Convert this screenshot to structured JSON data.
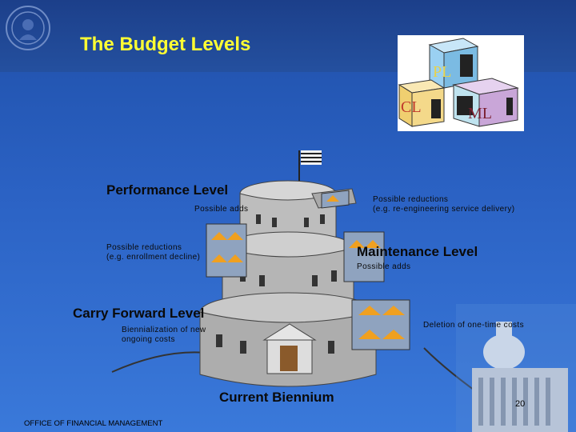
{
  "slide": {
    "title": "The Budget Levels",
    "blocks": {
      "pl": "PL",
      "cl": "CL",
      "ml": "ML"
    },
    "labels": {
      "performance_level": "Performance Level",
      "possible_adds_top": "Possible adds",
      "possible_reductions_right_1": "Possible reductions",
      "possible_reductions_right_2": "(e.g. re-engineering service delivery)",
      "possible_reductions_left_1": "Possible reductions",
      "possible_reductions_left_2": "(e.g. enrollment decline)",
      "maintenance_level": "Maintenance Level",
      "possible_adds_right": "Possible adds",
      "carry_forward_level": "Carry Forward Level",
      "biennialization_1": "Biennialization of new",
      "biennialization_2": "ongoing costs",
      "deletion": "Deletion of one-time costs",
      "current_biennium": "Current Biennium"
    },
    "footer": "OFFICE OF FINANCIAL MANAGEMENT",
    "page_number": "20"
  },
  "colors": {
    "title": "#ffff33",
    "background": "#2b62c4",
    "block_pl": "#9ad0f2",
    "block_cl": "#f4d98a",
    "block_ml": "#c9a6d8"
  }
}
